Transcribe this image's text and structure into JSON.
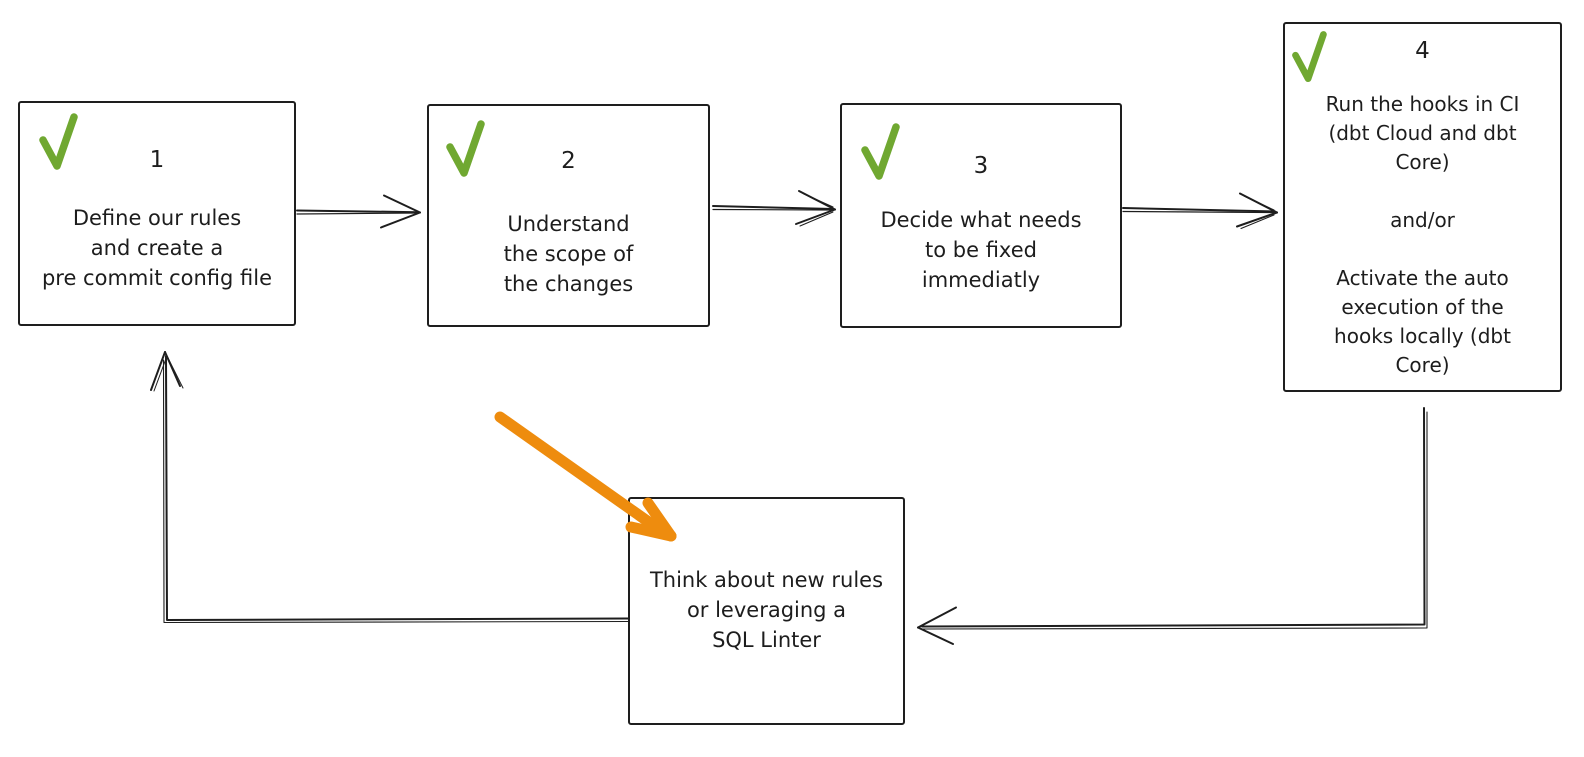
{
  "canvas": {
    "background": "#ffffff",
    "type": "hand-drawn flowchart (pre-commit / dbt hooks workflow)"
  },
  "colors": {
    "ink": "#1e1e1e",
    "check_green": "#70a831",
    "arrow_orange": "#ee8c0e"
  },
  "icons": {
    "check_icon": "✓"
  },
  "boxes": {
    "step1": {
      "number": "1",
      "checked": true,
      "text": "Define our rules\nand create a\npre commit config file"
    },
    "step2": {
      "number": "2",
      "checked": true,
      "text": "Understand\nthe scope of\nthe changes"
    },
    "step3": {
      "number": "3",
      "checked": true,
      "text": "Decide what needs\nto be fixed\nimmediatly"
    },
    "step4": {
      "number": "4",
      "checked": true,
      "text": "Run the hooks in CI\n(dbt Cloud and dbt\nCore)\n\nand/or\n\nActivate the auto\nexecution of the\nhooks locally (dbt\nCore)"
    },
    "loopBox": {
      "number": "",
      "checked": false,
      "text": "Think about new rules\nor leveraging a\nSQL Linter"
    }
  },
  "edges": [
    {
      "from": "step1",
      "to": "step2",
      "style": "thin open arrow",
      "color": "#1e1e1e"
    },
    {
      "from": "step2",
      "to": "step3",
      "style": "thin open arrow",
      "color": "#1e1e1e"
    },
    {
      "from": "step3",
      "to": "step4",
      "style": "thin open arrow",
      "color": "#1e1e1e"
    },
    {
      "from": "step4",
      "to": "loopBox",
      "style": "elbow down-left, open arrow",
      "color": "#1e1e1e"
    },
    {
      "from": "loopBox",
      "to": "step1",
      "style": "elbow left-up, open arrow",
      "color": "#1e1e1e"
    },
    {
      "from": "pointer-annotation",
      "to": "loopBox",
      "style": "thick diagonal arrow",
      "color": "#ee8c0e"
    }
  ]
}
